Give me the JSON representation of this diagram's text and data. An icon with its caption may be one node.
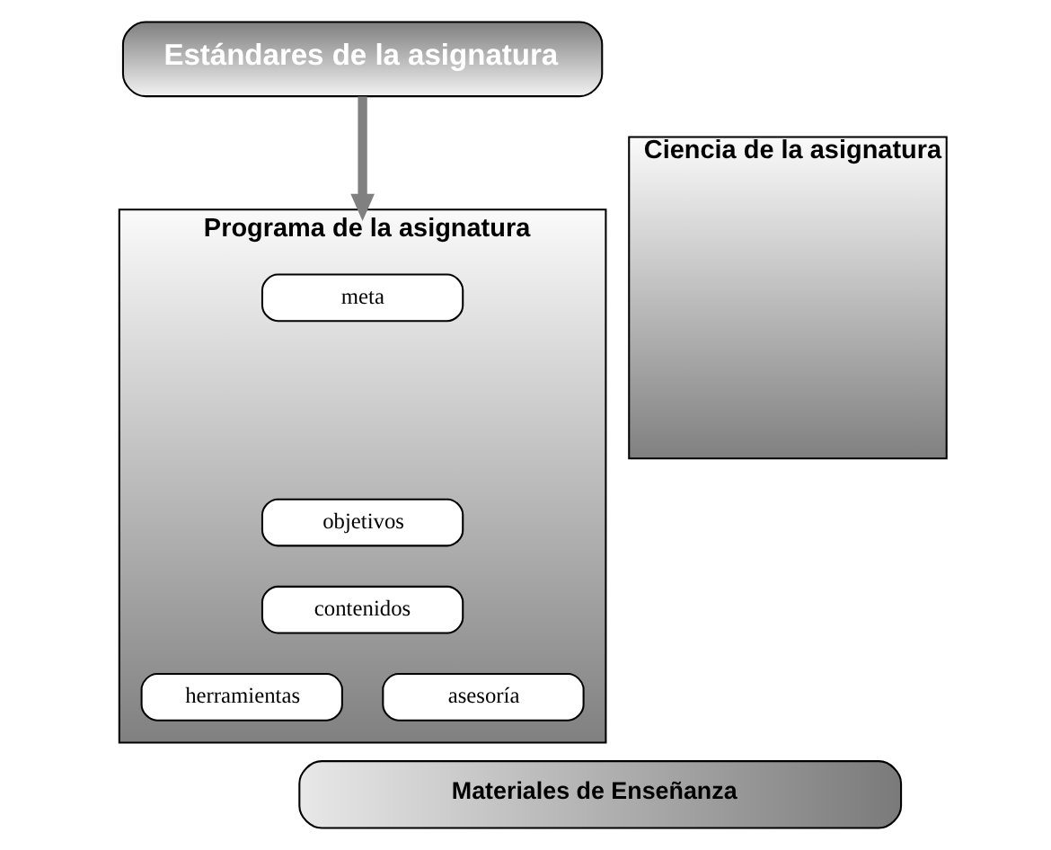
{
  "diagram": {
    "nodes": [
      {
        "text": [
          "Estándares de la asignatura"
        ]
      },
      {
        "text": [
          "Programa de la asignatura"
        ]
      },
      {
        "text": [
          "meta"
        ],
        "in": 1
      },
      {
        "text": [
          "objetivos"
        ],
        "in": 1
      },
      {
        "text": [
          "contenidos"
        ],
        "in": 1
      },
      {
        "text": [
          "herramientas"
        ],
        "in": 1
      },
      {
        "text": [
          "asesoría"
        ],
        "in": 1
      },
      {
        "text": [
          "Ciencia de la asignatura"
        ]
      },
      {
        "text": [
          "Materiales de Enseñanza"
        ]
      }
    ],
    "edges": [
      {
        "from": 0,
        "to": 1,
        "arrow": "to"
      }
    ]
  }
}
